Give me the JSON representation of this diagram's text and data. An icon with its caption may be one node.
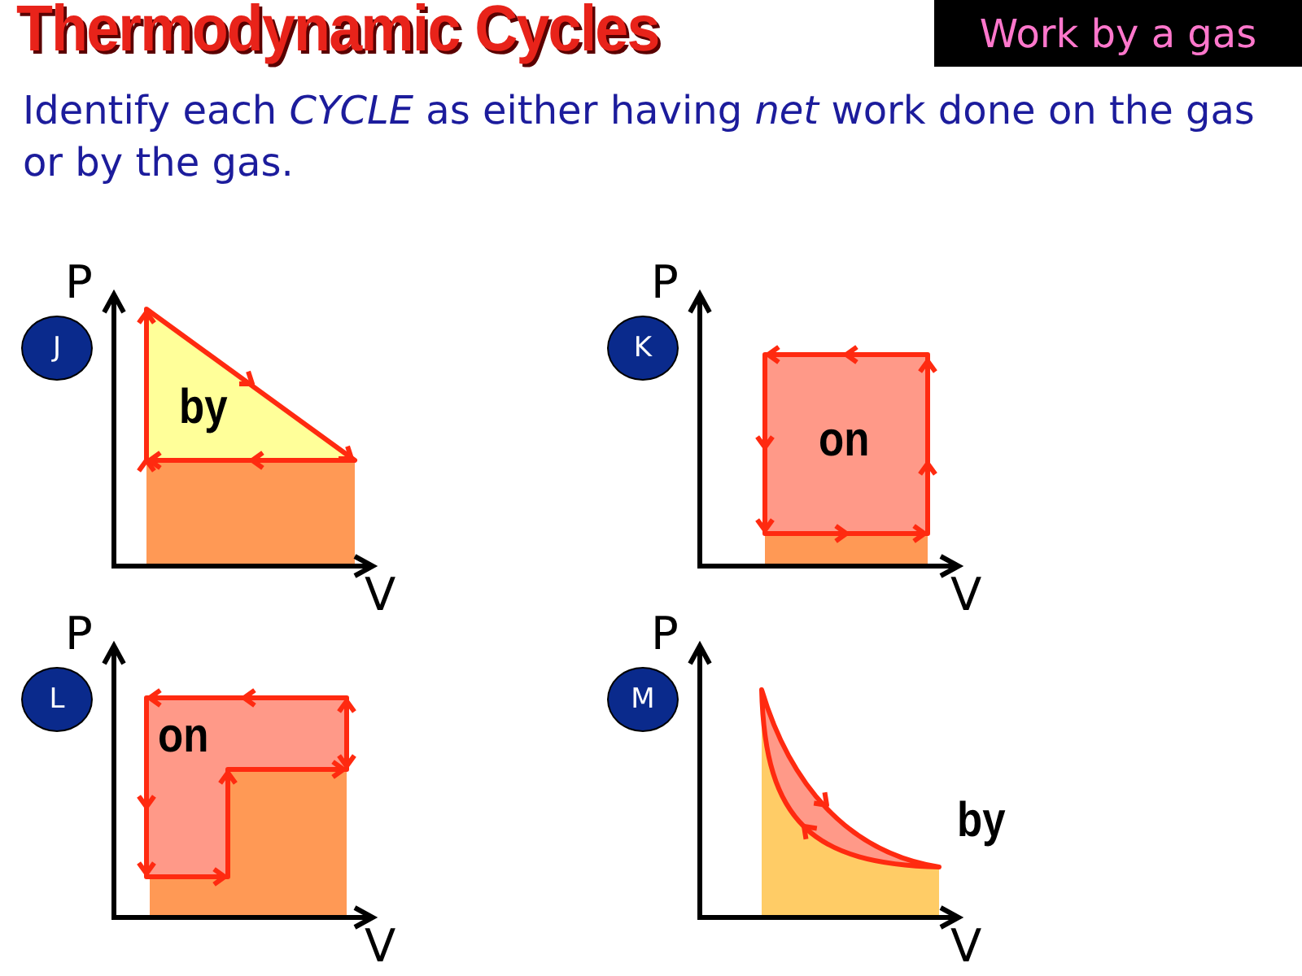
{
  "diagram": {
    "title": "Thermodynamic Cycles",
    "nodes": [
      {
        "text": [
          "Work by a gas"
        ]
      },
      {
        "text": [
          "J"
        ]
      },
      {
        "text": [
          "K"
        ]
      },
      {
        "text": [
          "L"
        ]
      },
      {
        "text": [
          "M"
        ]
      }
    ],
    "labels": [
      "Identify each *CYCLE* as either having *net* work done on the gas or by the gas.",
      "P",
      "by",
      "V",
      "P",
      "on",
      "V",
      "P",
      "on",
      "V",
      "P",
      "by",
      "V"
    ]
  }
}
